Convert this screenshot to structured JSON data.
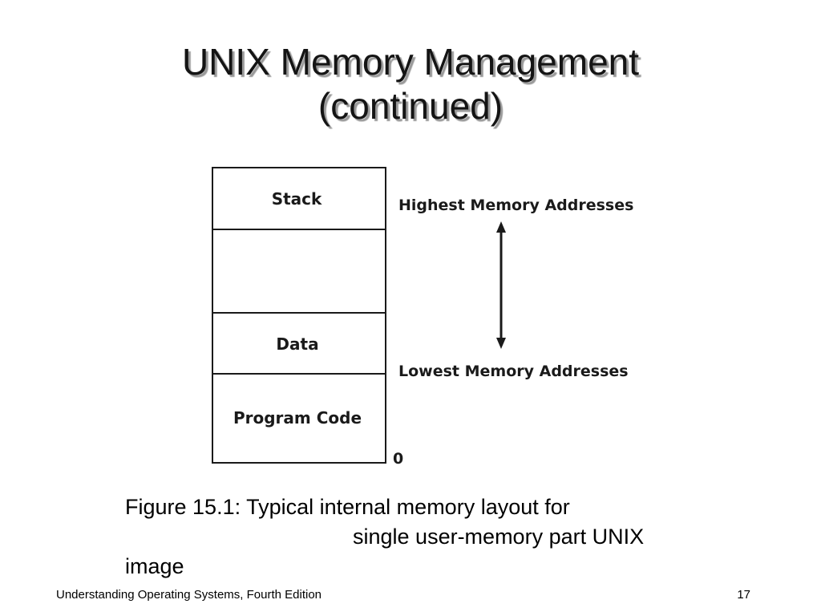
{
  "slide": {
    "title_line1": "UNIX Memory Management",
    "title_line2": "(continued)"
  },
  "diagram": {
    "segments": [
      "Stack",
      "",
      "Data",
      "Program Code"
    ],
    "high_label": "Highest Memory Addresses",
    "low_label": "Lowest Memory Addresses",
    "zero_label": "0"
  },
  "caption": {
    "line1": "Figure 15.1: Typical internal memory layout for",
    "line2": "single user-memory part UNIX",
    "line3": "image"
  },
  "footer": {
    "book": "Understanding Operating Systems, Fourth Edition",
    "page": "17"
  }
}
